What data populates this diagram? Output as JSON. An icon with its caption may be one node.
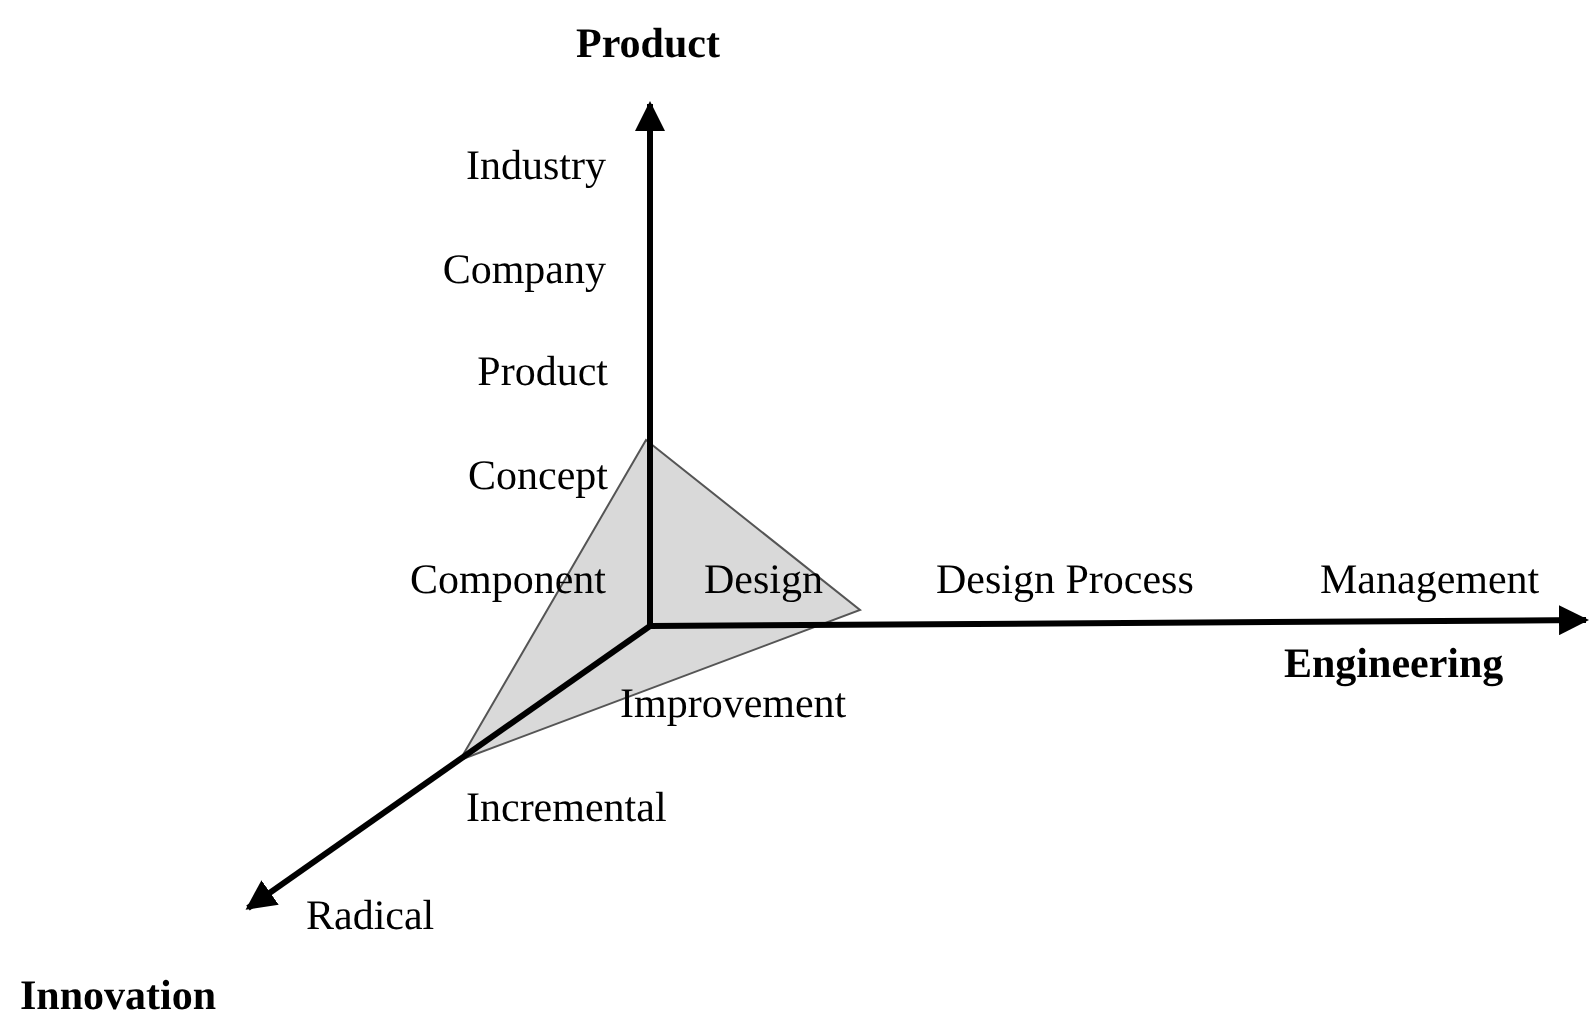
{
  "diagram": {
    "labels": [
      "Product",
      "Industry",
      "Company",
      "Product",
      "Concept",
      "Component",
      "Design",
      "Design Process",
      "Management",
      "Engineering",
      "Improvement",
      "Incremental",
      "Radical",
      "Innovation"
    ]
  }
}
